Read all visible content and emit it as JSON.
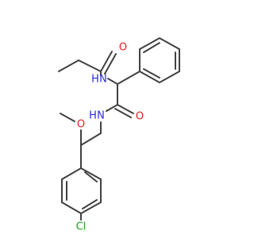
{
  "atoms": {
    "nitrogen_amide_top": "N",
    "nitrogen_amide_top_h": "H",
    "nitrogen_amide_mid": "N",
    "nitrogen_amide_mid_h": "H",
    "oxygen_carbonyl_top": "O",
    "oxygen_carbonyl_mid": "O",
    "oxygen_methoxy": "O",
    "chlorine": "Cl"
  },
  "colors": {
    "bond": "#404040",
    "nitrogen": "#2a2ad8",
    "oxygen": "#e02020",
    "chlorine": "#1f9f1f"
  }
}
